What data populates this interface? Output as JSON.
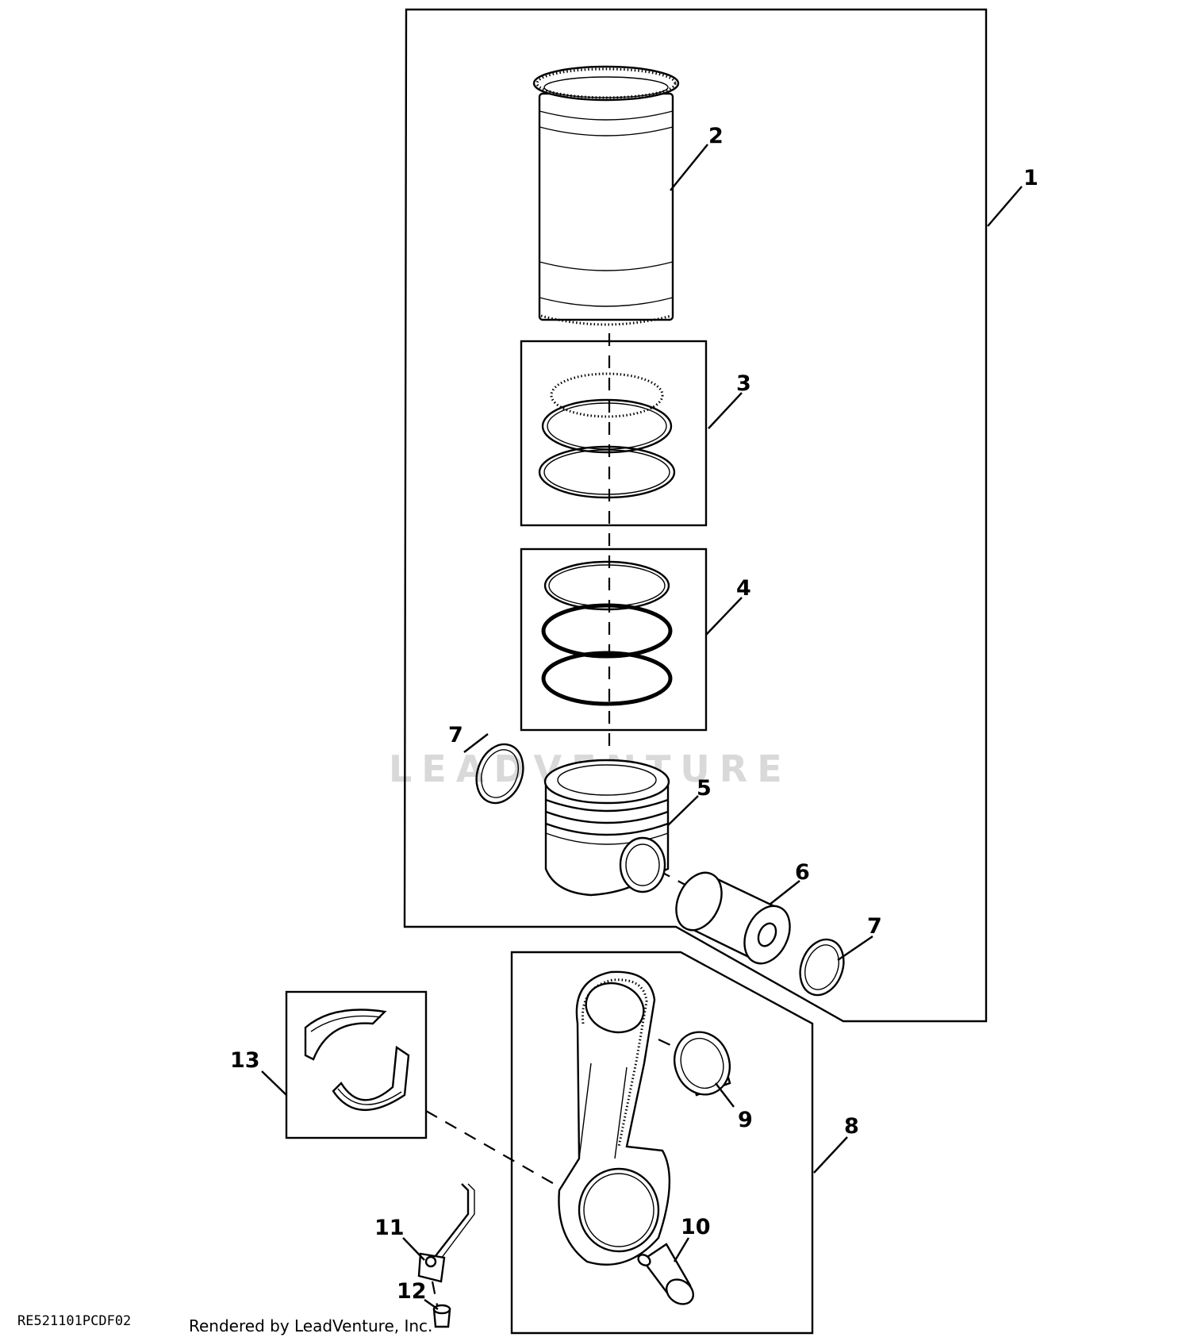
{
  "diagram": {
    "watermark": "LEADVENTURE",
    "drawing_code": "RE521101PCDF02",
    "credit": "Rendered by LeadVenture, Inc.",
    "callouts": {
      "c1": "1",
      "c2": "2",
      "c3": "3",
      "c4": "4",
      "c5": "5",
      "c6": "6",
      "c7a": "7",
      "c7b": "7",
      "c8": "8",
      "c9": "9",
      "c10": "10",
      "c11": "11",
      "c12": "12",
      "c13": "13"
    }
  }
}
